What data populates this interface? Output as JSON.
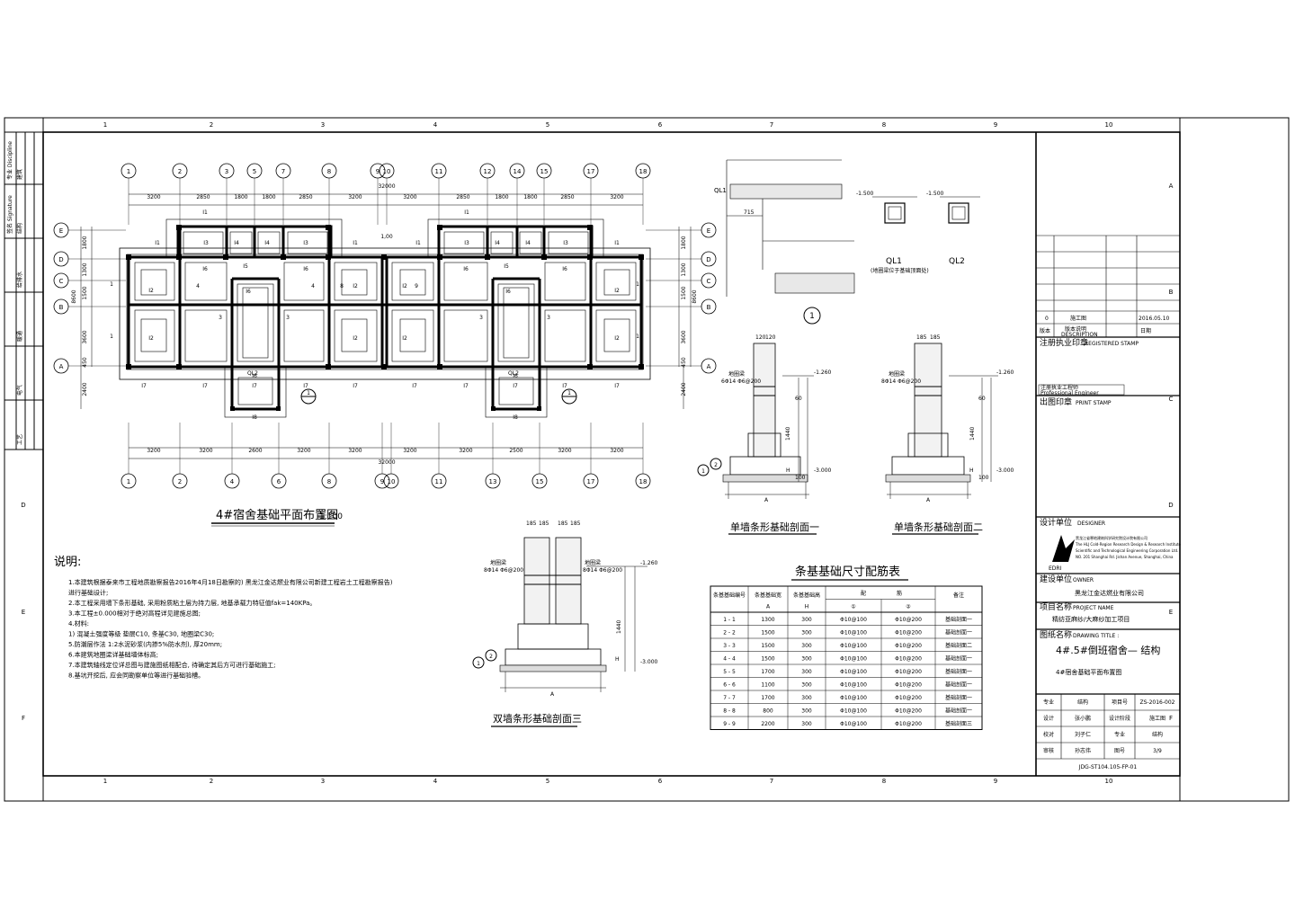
{
  "border": {
    "col_numbers": [
      "1",
      "2",
      "3",
      "4",
      "5",
      "6",
      "7",
      "8",
      "9",
      "10"
    ],
    "row_letters": [
      "A",
      "B",
      "C",
      "D",
      "E",
      "F"
    ],
    "left_letters": [
      "D",
      "E",
      "F"
    ]
  },
  "plan": {
    "title": "4#宿舍基础平面布置图",
    "scale": "1:100",
    "axis_top": [
      "1",
      "2",
      "3",
      "5",
      "7",
      "8",
      "9",
      "10",
      "11",
      "12",
      "14",
      "15",
      "17",
      "18"
    ],
    "axis_bottom": [
      "1",
      "2",
      "4",
      "6",
      "8",
      "9",
      "10",
      "11",
      "13",
      "15",
      "17",
      "18"
    ],
    "axis_rows": [
      "E",
      "D",
      "C",
      "B",
      "A"
    ],
    "dims_top": [
      "3200",
      "2850",
      "1800",
      "1800",
      "2850",
      "3200",
      "3200",
      "2850",
      "1800",
      "1800",
      "2850",
      "3200"
    ],
    "dims_bottom": [
      "3200",
      "3200",
      "2600",
      "3200",
      "3200",
      "3200",
      "3200",
      "2500",
      "3200",
      "3200"
    ],
    "total_top": "32000",
    "total_bottom": "32000",
    "dims_side": [
      "1800",
      "1300",
      "1500",
      "3600",
      "450"
    ],
    "dim_side_total": "8600",
    "dim_2400": "2400",
    "ql2": "QL2"
  },
  "notes": {
    "title": "说明:",
    "lines": [
      "1.本建筑根据泰来市工程地质勘察报告2016年4月18日勘察的) 黑龙江金达燃业有限公司新建工程岩土工程勘察报告)",
      "   进行基础设计;",
      "2.本工程采用墙下条形基础, 采用粉质粘土层为持力层, 地基承载力特征值fak=140KPa。",
      "3.本工程±0.000相对于绝对高程详见建施总图;",
      "4.材料:",
      "   1) 混凝土强度等级  垫层C10, 条基C30, 地圈梁C30;",
      "5.防潮层作法 1:2水泥砂浆(内掺5%防水剂), 厚20mm;",
      "6.本建筑地圈梁详基础墙体标高;",
      "7.本建筑轴线定位详总图与建施图纸相配合, 待确定其后方可进行基础施工;",
      "8.基坑开挖后, 应会同勘察单位等进行基础验槽。"
    ]
  },
  "detail1": {
    "label": "QL1",
    "dim": "715",
    "num": "1"
  },
  "ql": {
    "ql1": "QL1",
    "ql2": "QL2",
    "sub1": "(地圈梁位于基础顶面处)",
    "h1": "-1.500",
    "h2": "-1.500"
  },
  "section1": {
    "title": "单墙条形基础剖面一",
    "top_dims": [
      "120",
      "120"
    ],
    "elev": [
      "-1.260",
      "-3.000"
    ],
    "mid_dim": "1440",
    "bottom": "A",
    "label": "地圈梁",
    "rebar": "6Φ14 Φ6@200",
    "markers": [
      "1",
      "2"
    ],
    "H": "H",
    "d60": "60",
    "d100": "100"
  },
  "section2": {
    "title": "单墙条形基础剖面二",
    "top_dims": [
      "185",
      "185"
    ],
    "elev": [
      "-1.260",
      "-3.000"
    ],
    "mid_dim": "1440",
    "bottom": "A",
    "label": "地圈梁",
    "rebar": "8Φ14 Φ6@200",
    "H": "H",
    "d60": "60",
    "d100": "100"
  },
  "section3": {
    "title": "双墙条形基础剖面三",
    "top_dims": [
      "185",
      "185",
      "185",
      "185"
    ],
    "elev": [
      "-1.260",
      "-3.000"
    ],
    "mid_dim": "1440",
    "bottom": "A",
    "labels": [
      "地圈梁",
      "地圈梁"
    ],
    "rebar": [
      "8Φ14 Φ6@200",
      "8Φ14 Φ6@200"
    ],
    "markers": [
      "1",
      "2"
    ],
    "H": "H"
  },
  "table": {
    "title": "条基基础尺寸配筋表",
    "headers": [
      "条基基础编号",
      "条基基础宽",
      "条基基础高",
      "配",
      "筋",
      "备注"
    ],
    "subheaders": [
      "",
      "A",
      "H",
      "①",
      "②",
      ""
    ],
    "rows": [
      [
        "1 - 1",
        "1300",
        "300",
        "Φ10@100",
        "Φ10@200",
        "基础剖面一"
      ],
      [
        "2 - 2",
        "1500",
        "300",
        "Φ10@100",
        "Φ10@200",
        "基础剖面一"
      ],
      [
        "3 - 3",
        "1500",
        "300",
        "Φ10@100",
        "Φ10@200",
        "基础剖面二"
      ],
      [
        "4 - 4",
        "1500",
        "300",
        "Φ10@100",
        "Φ10@200",
        "基础剖面一"
      ],
      [
        "5 - 5",
        "1700",
        "300",
        "Φ10@100",
        "Φ10@200",
        "基础剖面一"
      ],
      [
        "6 - 6",
        "1100",
        "300",
        "Φ10@100",
        "Φ10@200",
        "基础剖面一"
      ],
      [
        "7 - 7",
        "1700",
        "300",
        "Φ10@100",
        "Φ10@200",
        "基础剖面一"
      ],
      [
        "8 - 8",
        "800",
        "300",
        "Φ10@100",
        "Φ10@200",
        "基础剖面一"
      ],
      [
        "9 - 9",
        "2200",
        "300",
        "Φ10@100",
        "Φ10@200",
        "基础剖面三"
      ]
    ]
  },
  "title_block": {
    "rev_row": [
      "0",
      "施工图",
      "2016.05.10"
    ],
    "rev_header": [
      "版本",
      "版本说明",
      "日期"
    ],
    "rev_header_en": "DESCRIPTION",
    "registered_stamp": "注册执业印章",
    "registered_stamp_en": "REGISTERED STAMP",
    "engineer": "注册执业工程师",
    "engineer_en": "Professional Engineer",
    "print_stamp": "出图印章",
    "print_stamp_en": "PRINT STAMP",
    "designer": "设计单位",
    "designer_en": "DESIGNER",
    "company_lines": [
      "黑龙江省寒地建筑科学研究院设计院有限公司",
      "The HLJ Cold-Region Research Design & Research Institute",
      "Scientific and Technological Engineering Corporation Ltd.",
      "NO. 201 Shanghai Rd. Jishan Avenue, Shanghai, China"
    ],
    "logo": "EDRI",
    "owner": "建设单位",
    "owner_en": "OWNER",
    "owner_value": "黑龙江金达燃业有限公司",
    "project": "项目名称",
    "project_en": "PROJECT NAME",
    "project_value": "精纺亚麻纱/大麻纱加工项目",
    "drawing": "图纸名称",
    "drawing_en": "DRAWING TITLE :",
    "drawing_value1": "4#.5#倒班宿舍— 结构",
    "drawing_value2": "4#宿舍基础平面布置图",
    "people": [
      [
        "专业",
        "结构",
        "项目号",
        "ZS-2016-002"
      ],
      [
        "设计",
        "张小鹏",
        "设计阶段",
        "施工图"
      ],
      [
        "校对",
        "刘子仁",
        "专业",
        "结构"
      ],
      [
        "审核",
        "孙志伟",
        "图号",
        "3/9"
      ]
    ],
    "drawing_no": "JDG-ST104.105-FP-01"
  },
  "sign_columns": [
    "专业 Discipline",
    "签名 Signature",
    "建筑",
    "结构",
    "给排水",
    "暖通",
    "电气",
    "工艺"
  ]
}
